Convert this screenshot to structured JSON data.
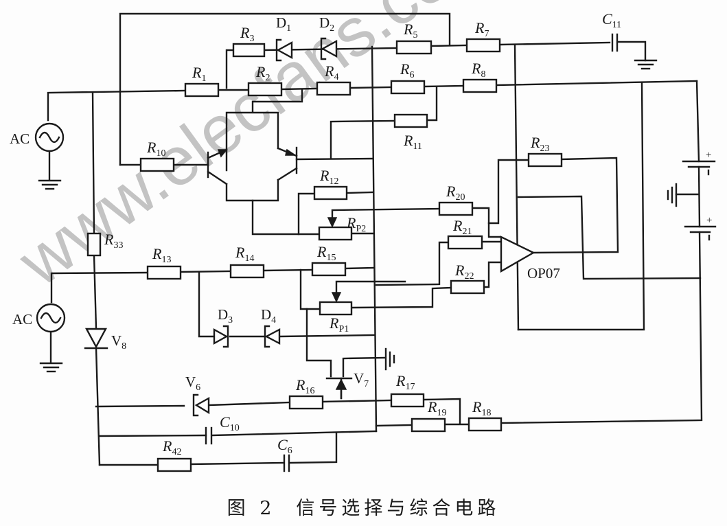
{
  "caption": {
    "figure_number": "图 2",
    "title": "信号选择与综合电路"
  },
  "watermark": "www.elecfans.com",
  "components": {
    "resistors": [
      {
        "id": "R1",
        "base": "R",
        "sub": "1"
      },
      {
        "id": "R2",
        "base": "R",
        "sub": "2"
      },
      {
        "id": "R3",
        "base": "R",
        "sub": "3"
      },
      {
        "id": "R4",
        "base": "R",
        "sub": "4"
      },
      {
        "id": "R5",
        "base": "R",
        "sub": "5"
      },
      {
        "id": "R6",
        "base": "R",
        "sub": "6"
      },
      {
        "id": "R7",
        "base": "R",
        "sub": "7"
      },
      {
        "id": "R8",
        "base": "R",
        "sub": "8"
      },
      {
        "id": "R10",
        "base": "R",
        "sub": "10"
      },
      {
        "id": "R11",
        "base": "R",
        "sub": "11"
      },
      {
        "id": "R12",
        "base": "R",
        "sub": "12"
      },
      {
        "id": "RP2",
        "base": "R",
        "sub": "P2"
      },
      {
        "id": "R13",
        "base": "R",
        "sub": "13"
      },
      {
        "id": "R14",
        "base": "R",
        "sub": "14"
      },
      {
        "id": "R15",
        "base": "R",
        "sub": "15"
      },
      {
        "id": "RP1",
        "base": "R",
        "sub": "P1"
      },
      {
        "id": "R16",
        "base": "R",
        "sub": "16"
      },
      {
        "id": "R17",
        "base": "R",
        "sub": "17"
      },
      {
        "id": "R18",
        "base": "R",
        "sub": "18"
      },
      {
        "id": "R19",
        "base": "R",
        "sub": "19"
      },
      {
        "id": "R20",
        "base": "R",
        "sub": "20"
      },
      {
        "id": "R21",
        "base": "R",
        "sub": "21"
      },
      {
        "id": "R22",
        "base": "R",
        "sub": "22"
      },
      {
        "id": "R23",
        "base": "R",
        "sub": "23"
      },
      {
        "id": "R33",
        "base": "R",
        "sub": "33"
      },
      {
        "id": "R42",
        "base": "R",
        "sub": "42"
      }
    ],
    "capacitors": [
      {
        "id": "C11",
        "base": "C",
        "sub": "11"
      },
      {
        "id": "C10",
        "base": "C",
        "sub": "10"
      },
      {
        "id": "C6",
        "base": "C",
        "sub": "6"
      }
    ],
    "diodes": [
      {
        "id": "D1",
        "base": "D",
        "sub": "1"
      },
      {
        "id": "D2",
        "base": "D",
        "sub": "2"
      },
      {
        "id": "D3",
        "base": "D",
        "sub": "3"
      },
      {
        "id": "D4",
        "base": "D",
        "sub": "4"
      },
      {
        "id": "V6",
        "base": "V",
        "sub": "6"
      },
      {
        "id": "V8",
        "base": "V",
        "sub": "8"
      }
    ],
    "transistors": [
      {
        "id": "V7",
        "base": "V",
        "sub": "7"
      }
    ],
    "sources": [
      {
        "id": "AC1",
        "label": "AC"
      },
      {
        "id": "AC2",
        "label": "AC"
      }
    ],
    "opamp": {
      "id": "U1",
      "label": "OP07"
    },
    "battery_marks": {
      "plus": "+",
      "minus": "-"
    }
  }
}
